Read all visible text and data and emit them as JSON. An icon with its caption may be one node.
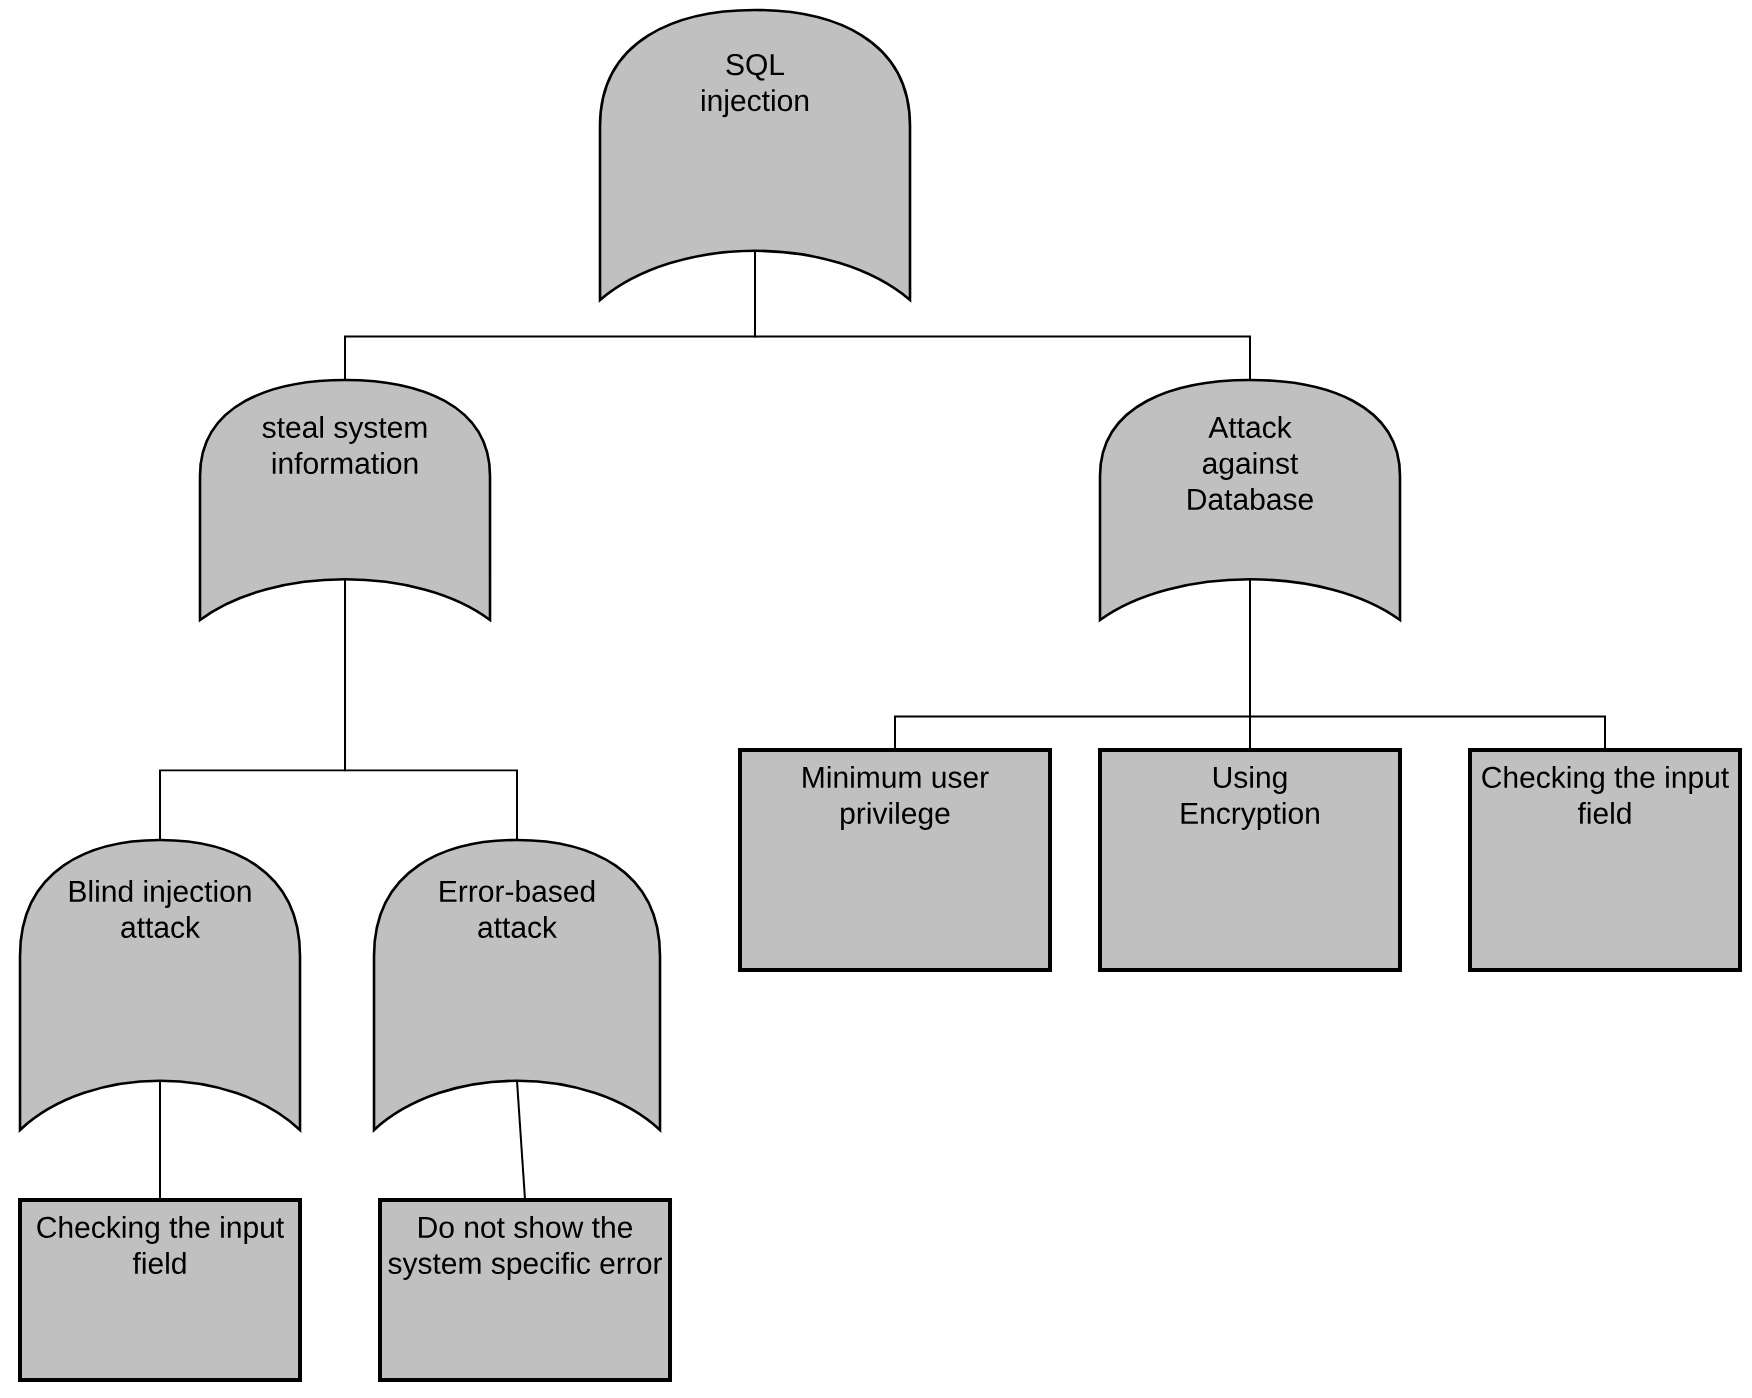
{
  "diagram": {
    "nodes": [
      {
        "text": [
          "SQL injection"
        ]
      },
      {
        "text": [
          "steal system information"
        ]
      },
      {
        "text": [
          "Attack against Database"
        ]
      },
      {
        "text": [
          "Blind injection attack"
        ]
      },
      {
        "text": [
          "Error-based attack"
        ]
      },
      {
        "text": [
          "Checking the input field"
        ]
      },
      {
        "text": [
          "Do not show the system specific error"
        ]
      },
      {
        "text": [
          "Minimum user privilege"
        ]
      },
      {
        "text": [
          "Using Encryption"
        ]
      },
      {
        "text": [
          "Checking the input field"
        ]
      }
    ],
    "edges": [
      {
        "from": 0,
        "to": 1,
        "arrow": "none"
      },
      {
        "from": 0,
        "to": 2,
        "arrow": "none"
      },
      {
        "from": 1,
        "to": 3,
        "arrow": "none"
      },
      {
        "from": 1,
        "to": 4,
        "arrow": "none"
      },
      {
        "from": 3,
        "to": 5,
        "arrow": "none"
      },
      {
        "from": 4,
        "to": 6,
        "arrow": "none"
      },
      {
        "from": 2,
        "to": 7,
        "arrow": "none"
      },
      {
        "from": 2,
        "to": 8,
        "arrow": "none"
      },
      {
        "from": 2,
        "to": 9,
        "arrow": "none"
      }
    ]
  }
}
